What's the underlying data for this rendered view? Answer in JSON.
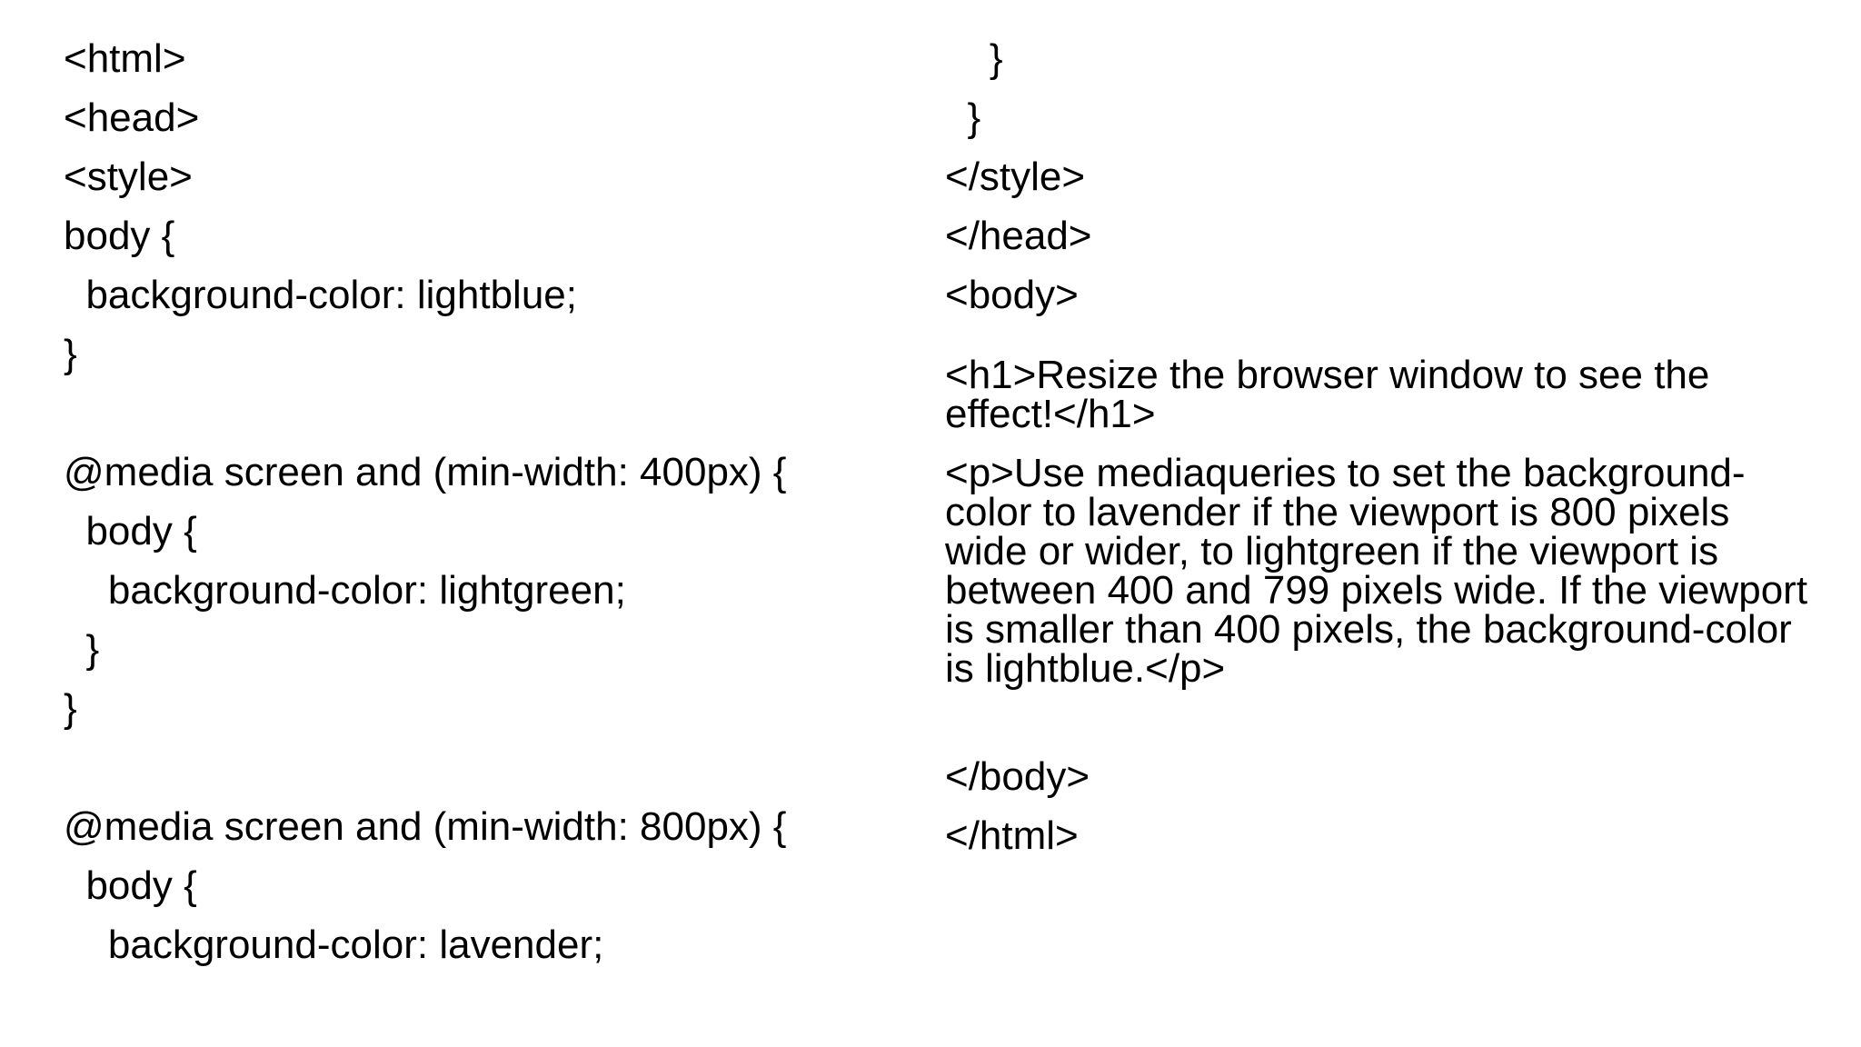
{
  "left_column": {
    "lines": [
      "<html>",
      "<head>",
      "<style>",
      "body {",
      "  background-color: lightblue;",
      "}",
      "",
      "@media screen and (min-width: 400px) {",
      "  body {",
      "    background-color: lightgreen;",
      "  }",
      "}",
      "",
      "@media screen and (min-width: 800px) {",
      "  body {",
      "    background-color: lavender;"
    ]
  },
  "right_column": {
    "lines_top": [
      "    }",
      "  }",
      "</style>",
      "</head>",
      "<body>"
    ],
    "h1_text": "<h1>Resize the browser window to see the effect!</h1>",
    "p_text": "<p>Use mediaqueries to set the background-color to lavender if the viewport is 800 pixels wide or wider, to lightgreen if the viewport is between 400 and 799 pixels wide. If the viewport is smaller than 400 pixels, the background-color is lightblue.</p>",
    "lines_bottom": [
      "</body>",
      "</html>"
    ]
  }
}
